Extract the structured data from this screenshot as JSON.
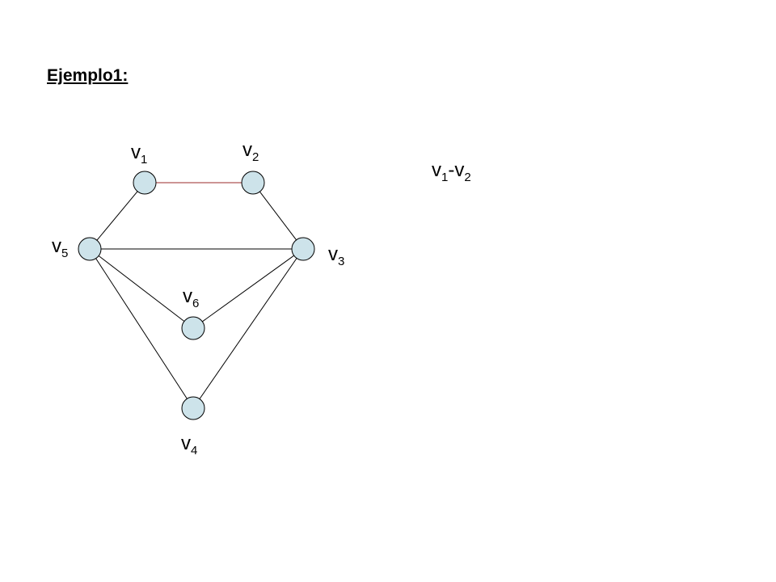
{
  "title": "Ejemplo1:",
  "colors": {
    "node_fill": "#cde3ea",
    "node_stroke": "#000000",
    "edge": "#000000",
    "highlight_edge": "#9b2a2a"
  },
  "nodes": [
    {
      "id": "v1",
      "letter": "v",
      "sub": "1"
    },
    {
      "id": "v2",
      "letter": "v",
      "sub": "2"
    },
    {
      "id": "v3",
      "letter": "v",
      "sub": "3"
    },
    {
      "id": "v4",
      "letter": "v",
      "sub": "4"
    },
    {
      "id": "v5",
      "letter": "v",
      "sub": "5"
    },
    {
      "id": "v6",
      "letter": "v",
      "sub": "6"
    }
  ],
  "edges": [
    {
      "from": "v1",
      "to": "v2",
      "highlight": true
    },
    {
      "from": "v1",
      "to": "v5",
      "highlight": false
    },
    {
      "from": "v2",
      "to": "v3",
      "highlight": false
    },
    {
      "from": "v5",
      "to": "v3",
      "highlight": false
    },
    {
      "from": "v5",
      "to": "v6",
      "highlight": false
    },
    {
      "from": "v6",
      "to": "v3",
      "highlight": false
    },
    {
      "from": "v5",
      "to": "v4",
      "highlight": false
    },
    {
      "from": "v4",
      "to": "v3",
      "highlight": false
    }
  ],
  "annotation": {
    "a_letter": "v",
    "a_sub": "1",
    "sep": "-",
    "b_letter": "v",
    "b_sub": "2"
  }
}
